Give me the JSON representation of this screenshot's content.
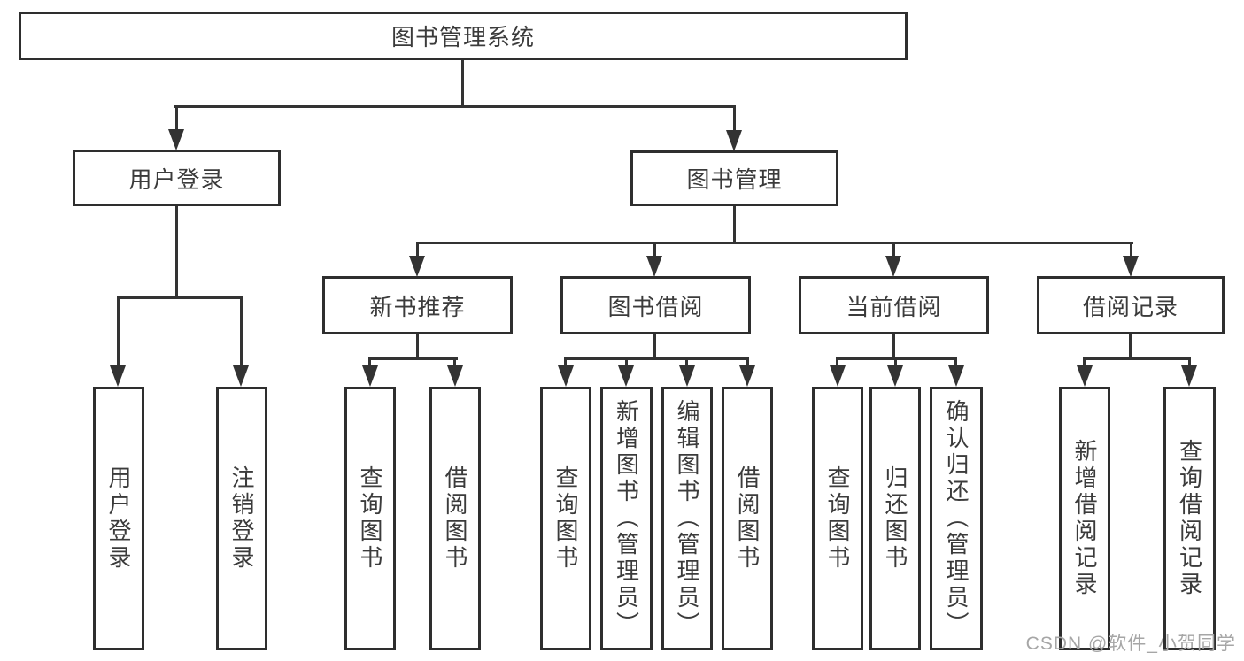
{
  "diagram": {
    "type": "hierarchy-tree",
    "title": "图书管理系统"
  },
  "colors": {
    "line": "#333333",
    "box_border": "#2e2e2e",
    "text": "#3b3b3b",
    "watermark": "#a6a6a6",
    "background": "#ffffff"
  },
  "tree": {
    "label": "图书管理系统",
    "children": [
      {
        "label": "用户登录",
        "children": [
          {
            "label": "用户登录"
          },
          {
            "label": "注销登录"
          }
        ]
      },
      {
        "label": "图书管理",
        "children": [
          {
            "label": "新书推荐",
            "children": [
              {
                "label": "查询图书"
              },
              {
                "label": "借阅图书"
              }
            ]
          },
          {
            "label": "图书借阅",
            "children": [
              {
                "label": "查询图书"
              },
              {
                "label": "新增图书（管理员）"
              },
              {
                "label": "编辑图书（管理员）"
              },
              {
                "label": "借阅图书"
              }
            ]
          },
          {
            "label": "当前借阅",
            "children": [
              {
                "label": "查询图书"
              },
              {
                "label": "归还图书"
              },
              {
                "label": "确认归还（管理员）"
              }
            ]
          },
          {
            "label": "借阅记录",
            "children": [
              {
                "label": "新增借阅记录"
              },
              {
                "label": "查询借阅记录"
              }
            ]
          }
        ]
      }
    ]
  },
  "watermark": {
    "text": "CSDN @软件_小贺同学"
  }
}
